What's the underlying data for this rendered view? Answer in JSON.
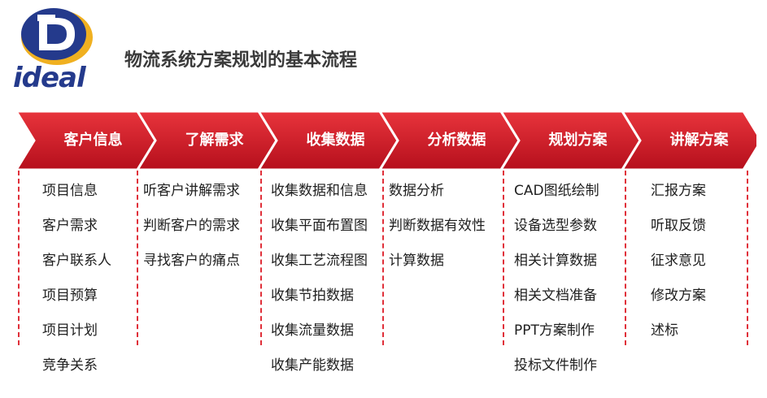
{
  "logo": {
    "wordmark": "ideal",
    "mark_letter": "D"
  },
  "title": "物流系统方案规划的基本流程",
  "colors": {
    "arrow_top": "#e8343c",
    "arrow_bottom": "#b50f1c",
    "divider": "#e0303a",
    "logo_blue": "#243a8c",
    "logo_gold": "#f0b020"
  },
  "steps": [
    {
      "label": "客户信息",
      "items": [
        "项目信息",
        "客户需求",
        "客户联系人",
        "项目预算",
        "项目计划",
        "竞争关系"
      ]
    },
    {
      "label": "了解需求",
      "items": [
        "听客户讲解需求",
        "判断客户的需求",
        "寻找客户的痛点"
      ]
    },
    {
      "label": "收集数据",
      "items": [
        "收集数据和信息",
        "收集平面布置图",
        "收集工艺流程图",
        "收集节拍数据",
        "收集流量数据",
        "收集产能数据"
      ]
    },
    {
      "label": "分析数据",
      "items": [
        "数据分析",
        "判断数据有效性",
        "计算数据"
      ]
    },
    {
      "label": "规划方案",
      "items": [
        "CAD图纸绘制",
        "设备选型参数",
        "相关计算数据",
        "相关文档准备",
        "PPT方案制作",
        "投标文件制作"
      ]
    },
    {
      "label": "讲解方案",
      "items": [
        "汇报方案",
        "听取反馈",
        "征求意见",
        "修改方案",
        "述标"
      ]
    }
  ]
}
